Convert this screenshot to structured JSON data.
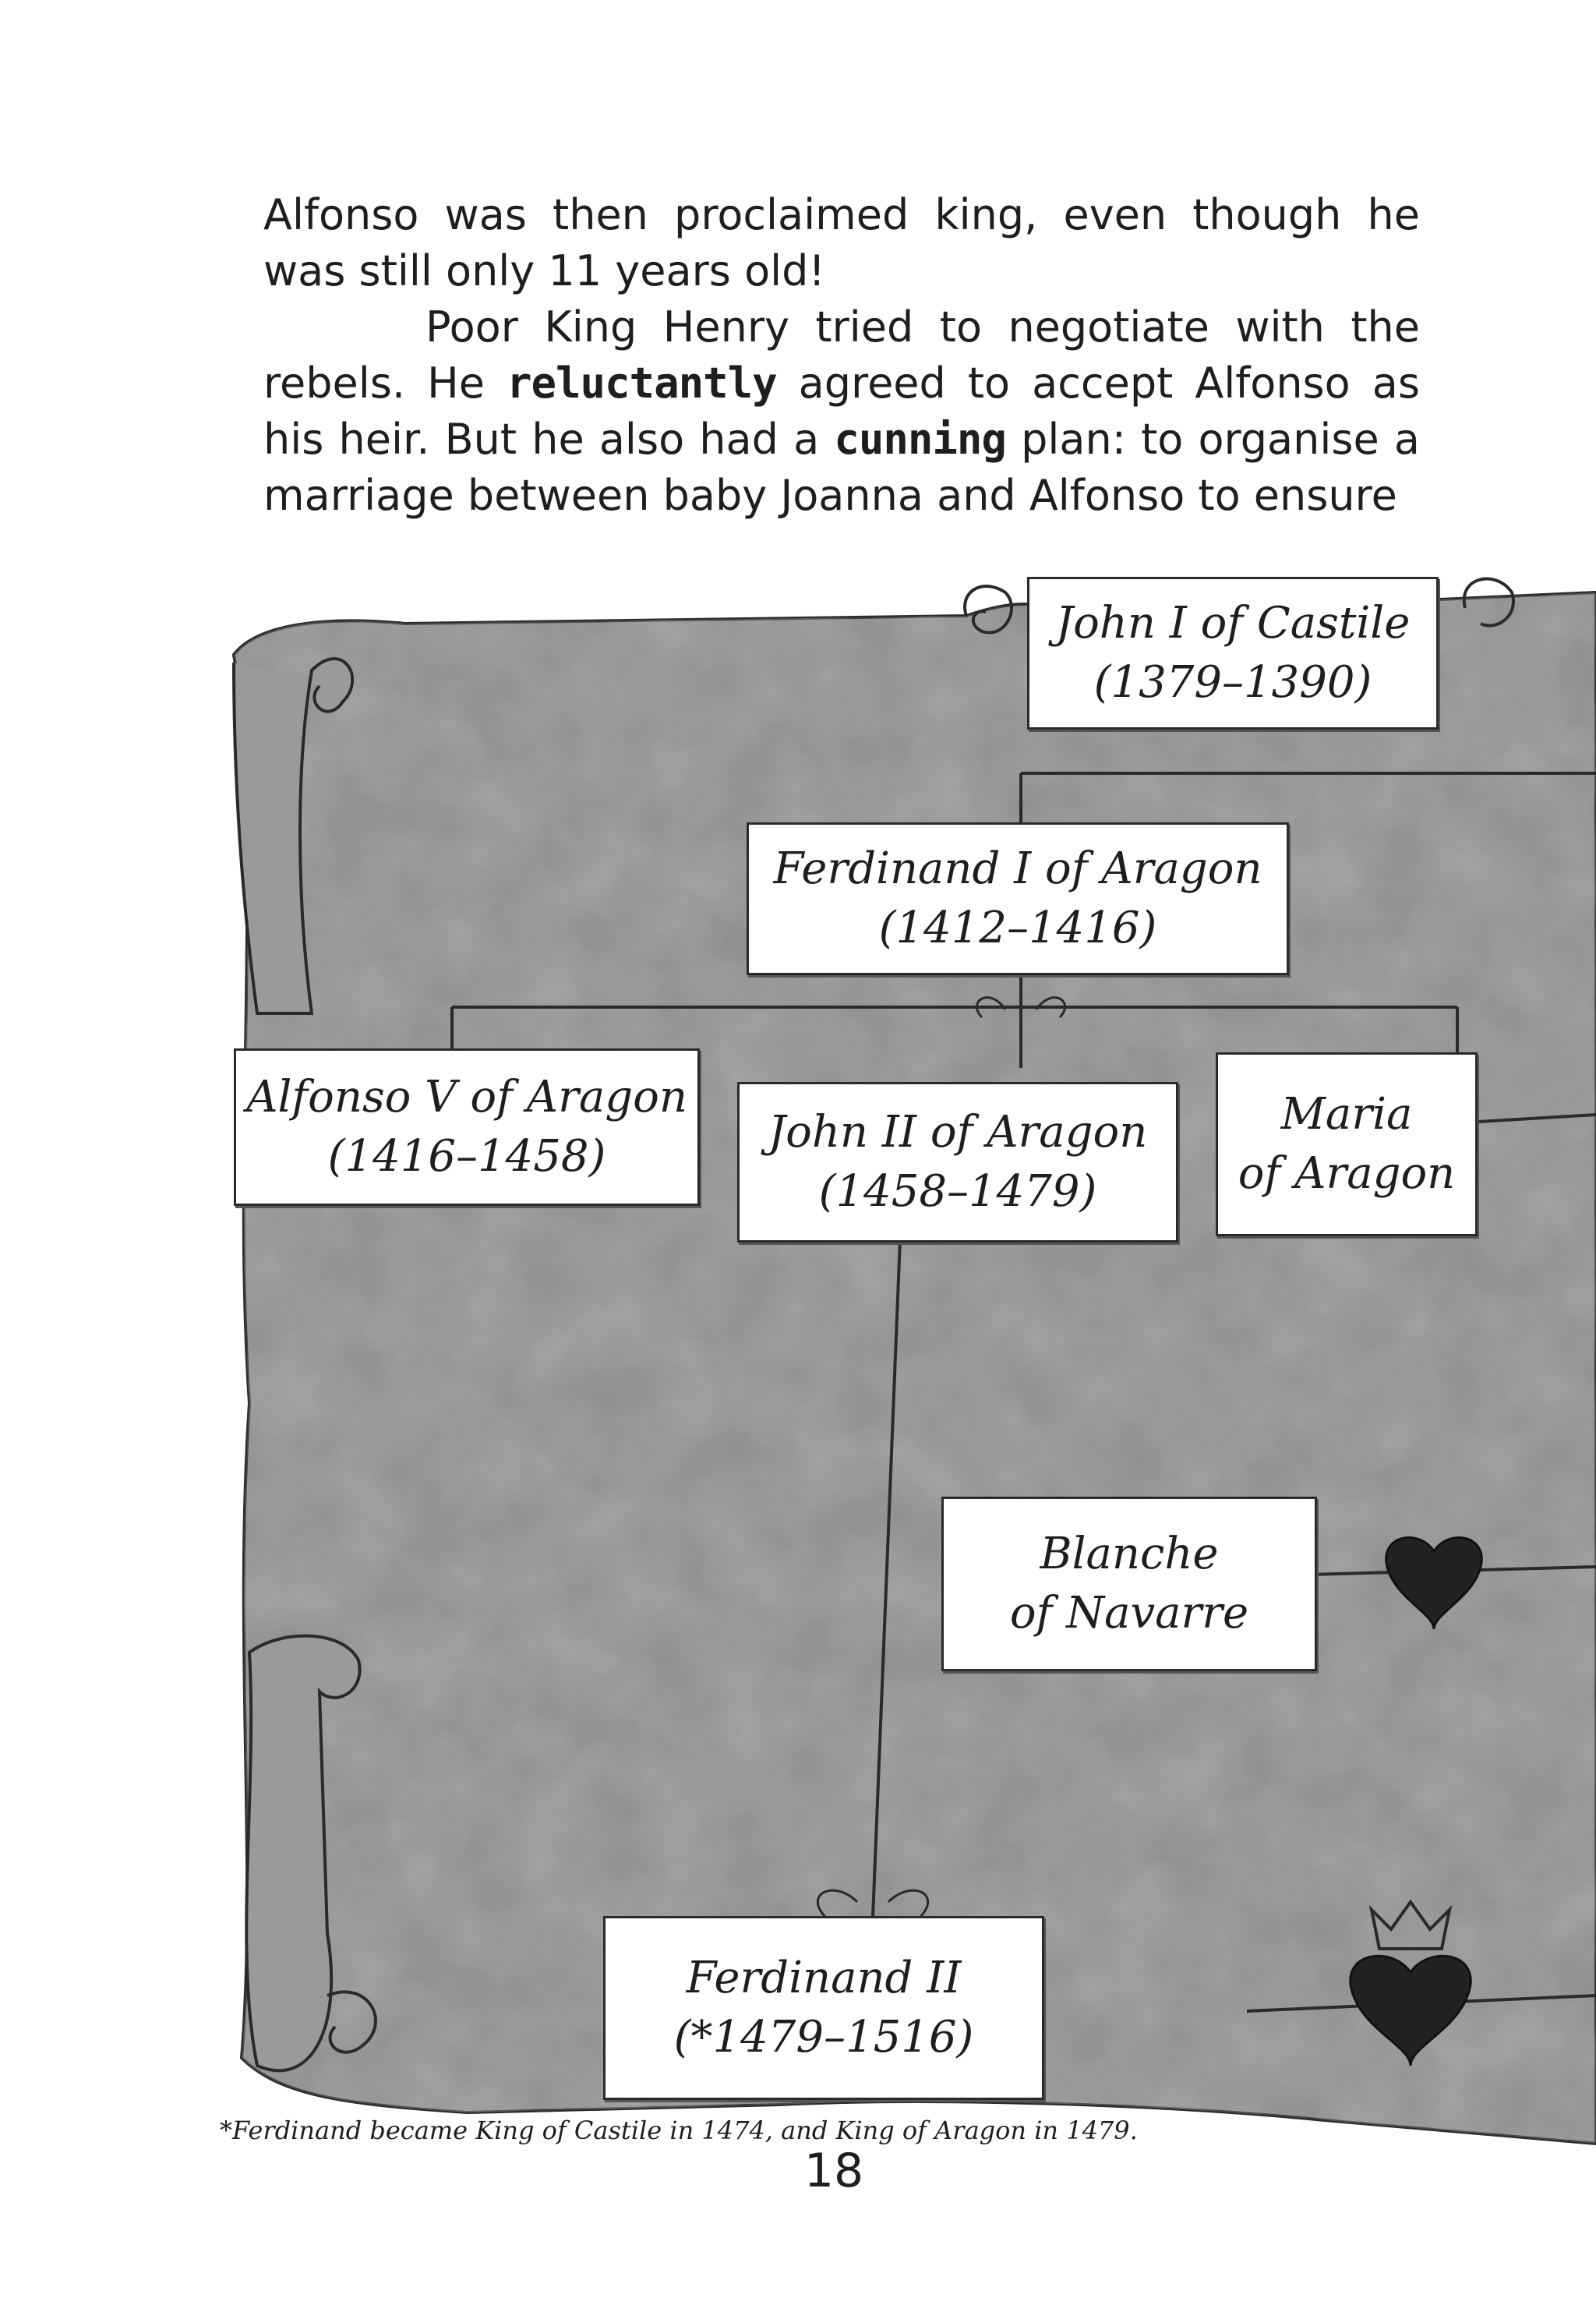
{
  "paragraphs": {
    "p1": "Alfonso was then proclaimed king, even though he was still only 11 years old!",
    "p2_a": "Poor King Henry tried to negotiate with the rebels. He ",
    "p2_bold1": "reluctantly",
    "p2_b": " agreed to accept Alfonso as his heir. But he also had a ",
    "p2_bold2": "cunning",
    "p2_c": " plan: to organise a marriage between baby Joanna and Alfonso to ensure"
  },
  "tree": {
    "john1": {
      "name": "John I of Castile",
      "years": "(1379–1390)"
    },
    "ferdinand1": {
      "name": "Ferdinand I of Aragon",
      "years": "(1412–1416)"
    },
    "alfonso5": {
      "name": "Alfonso V of Aragon",
      "years": "(1416–1458)"
    },
    "john2": {
      "name": "John II of Aragon",
      "years": "(1458–1479)"
    },
    "maria": {
      "name": "Maria",
      "years": "of Aragon"
    },
    "blanche": {
      "name": "Blanche",
      "years": "of Navarre"
    },
    "ferdinand2": {
      "name": "Ferdinand II",
      "years": "(*1479–1516)"
    }
  },
  "footnote": "*Ferdinand became King of Castile in 1474, and King of Aragon in 1479.",
  "page_number": "18",
  "colors": {
    "parchment": "#8e8e8e",
    "parchment_dark": "#6f6f6f",
    "ink": "#2a2a2a",
    "heart": "#222222"
  },
  "icons": [
    "scroll-icon",
    "heart-icon",
    "crown-icon",
    "flourish-icon"
  ]
}
